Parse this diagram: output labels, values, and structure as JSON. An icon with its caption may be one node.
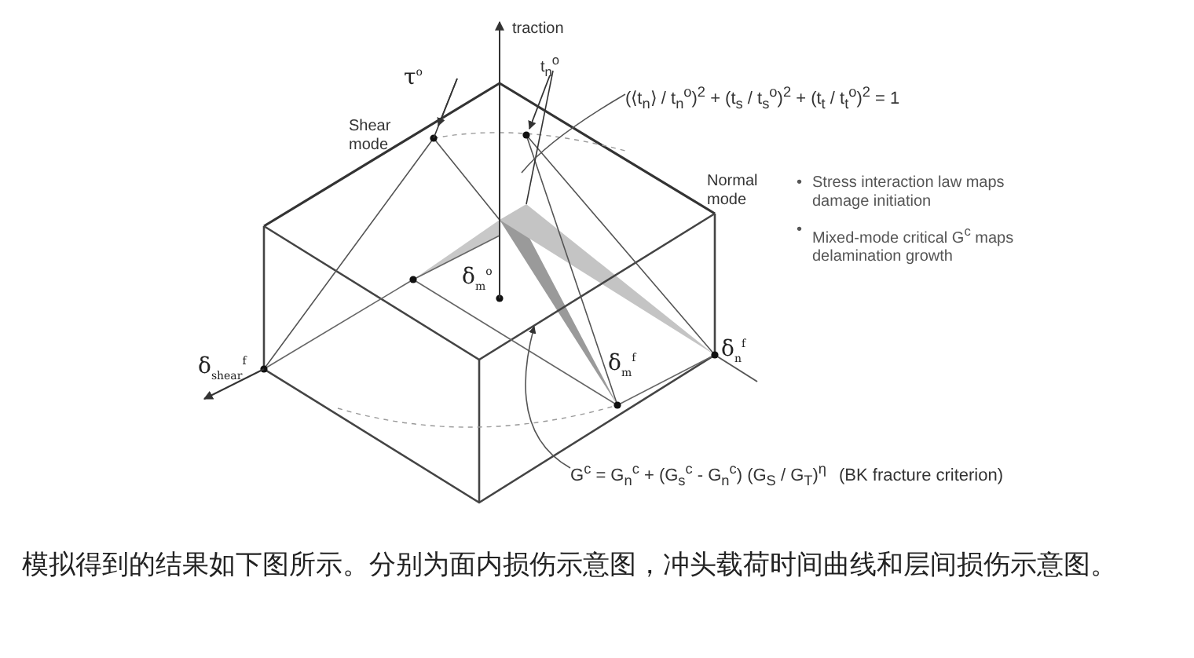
{
  "diagram": {
    "caption": "模拟得到的结果如下图所示。分别为面内损伤示意图，冲头载荷时间曲线和层间损伤示意图。",
    "nodes": [
      {
        "text": [
          "(⟨t$_{n}$⟩ / t$_{n}$$^{o}$)$^{2}$ + (t$_{s}$ / t$_{s}$$^{o}$)$^{2}$ + (t$_{t}$ / t$_{t}$$^{o}$)$^{2}$ = 1"
        ]
      },
      {
        "text": [
          "G$^{c}$ = G$_{n}$$^{c}$ + (G$_{s}$$^{c}$ - G$_{n}$$^{c}$) (G$_{S}$ / G$_{T}$)$^{η}$",
          "(BK fracture criterion)"
        ]
      }
    ],
    "edges": [
      {
        "from": 0,
        "to": null,
        "arrow": "none"
      },
      {
        "from": 1,
        "to": null,
        "arrow": "to"
      }
    ],
    "labels": [
      "traction",
      "Shear mode",
      "τ$^{o}$",
      "t$_{n}$$^{o}$",
      "Normal mode",
      "•",
      "Stress interaction law maps damage initiation",
      "•",
      "Mixed-mode critical G$^{c}$ maps delamination growth",
      "δ$_{m}$$^{o}$",
      "δ$_{shear}$$^{f}$",
      "δ$_{n}$$^{f}$",
      "δ$_{m}$$^{f}$"
    ]
  }
}
